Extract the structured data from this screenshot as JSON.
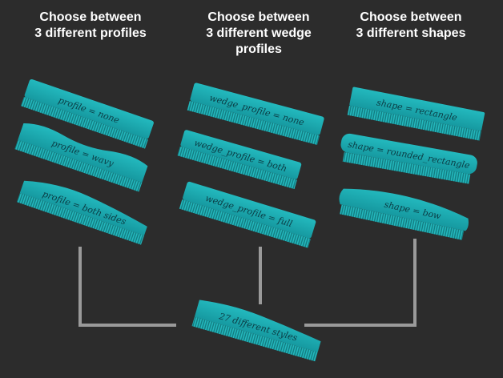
{
  "headings": {
    "profiles": "Choose between\n3 different profiles",
    "wedge": "Choose between\n3 different wedge\nprofiles",
    "shapes": "Choose between\n3 different shapes"
  },
  "combs": {
    "profile_none": "profile = none",
    "profile_wavy": "profile = wavy",
    "profile_both": "profile = both sides",
    "wedge_none": "wedge_profile = none",
    "wedge_both": "wedge_profile = both",
    "wedge_full": "wedge_profile = full",
    "shape_rect": "shape = rectangle",
    "shape_rounded": "shape = rounded_rectangle",
    "shape_bow": "shape = bow",
    "result": "27 different styles"
  },
  "colors": {
    "background": "#2c2c2c",
    "comb_teal": "#1aa8ad",
    "comb_dark": "#0e6f74",
    "connector": "#9a9a9a"
  }
}
